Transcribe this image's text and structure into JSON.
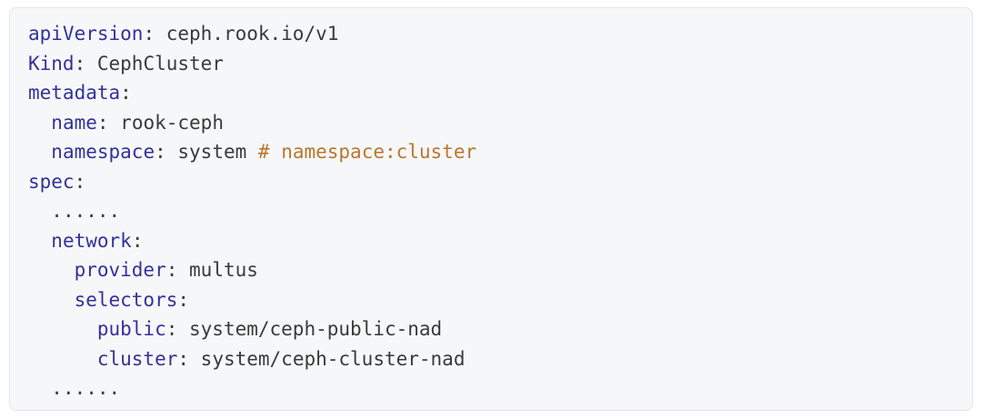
{
  "code_block": {
    "language": "yaml",
    "colors": {
      "page_background": "#ffffff",
      "panel_background": "#f6f7f8",
      "panel_border": "#e7e7ea",
      "key": "#32329b",
      "value": "#3a3a3a",
      "comment": "#b9762e"
    },
    "lines": [
      {
        "tokens": [
          {
            "type": "key",
            "text": "apiVersion"
          },
          {
            "type": "punct",
            "text": ": "
          },
          {
            "type": "value",
            "text": "ceph.rook.io/v1"
          }
        ]
      },
      {
        "tokens": [
          {
            "type": "key",
            "text": "Kind"
          },
          {
            "type": "punct",
            "text": ": "
          },
          {
            "type": "value",
            "text": "CephCluster"
          }
        ]
      },
      {
        "tokens": [
          {
            "type": "key",
            "text": "metadata"
          },
          {
            "type": "punct",
            "text": ":"
          }
        ]
      },
      {
        "tokens": [
          {
            "type": "indent",
            "text": "  "
          },
          {
            "type": "key",
            "text": "name"
          },
          {
            "type": "punct",
            "text": ": "
          },
          {
            "type": "value",
            "text": "rook-ceph"
          }
        ]
      },
      {
        "tokens": [
          {
            "type": "indent",
            "text": "  "
          },
          {
            "type": "key",
            "text": "namespace"
          },
          {
            "type": "punct",
            "text": ": "
          },
          {
            "type": "value",
            "text": "system "
          },
          {
            "type": "comment",
            "text": "# namespace:cluster"
          }
        ]
      },
      {
        "tokens": [
          {
            "type": "key",
            "text": "spec"
          },
          {
            "type": "punct",
            "text": ":"
          }
        ]
      },
      {
        "tokens": [
          {
            "type": "indent",
            "text": "  "
          },
          {
            "type": "value",
            "text": "......"
          }
        ]
      },
      {
        "tokens": [
          {
            "type": "indent",
            "text": "  "
          },
          {
            "type": "key",
            "text": "network"
          },
          {
            "type": "punct",
            "text": ":"
          }
        ]
      },
      {
        "tokens": [
          {
            "type": "indent",
            "text": "    "
          },
          {
            "type": "key",
            "text": "provider"
          },
          {
            "type": "punct",
            "text": ": "
          },
          {
            "type": "value",
            "text": "multus"
          }
        ]
      },
      {
        "tokens": [
          {
            "type": "indent",
            "text": "    "
          },
          {
            "type": "key",
            "text": "selectors"
          },
          {
            "type": "punct",
            "text": ":"
          }
        ]
      },
      {
        "tokens": [
          {
            "type": "indent",
            "text": "      "
          },
          {
            "type": "key",
            "text": "public"
          },
          {
            "type": "punct",
            "text": ": "
          },
          {
            "type": "value",
            "text": "system/ceph-public-nad"
          }
        ]
      },
      {
        "tokens": [
          {
            "type": "indent",
            "text": "      "
          },
          {
            "type": "key",
            "text": "cluster"
          },
          {
            "type": "punct",
            "text": ": "
          },
          {
            "type": "value",
            "text": "system/ceph-cluster-nad"
          }
        ]
      },
      {
        "tokens": [
          {
            "type": "indent",
            "text": "  "
          },
          {
            "type": "value",
            "text": "......"
          }
        ]
      }
    ]
  }
}
